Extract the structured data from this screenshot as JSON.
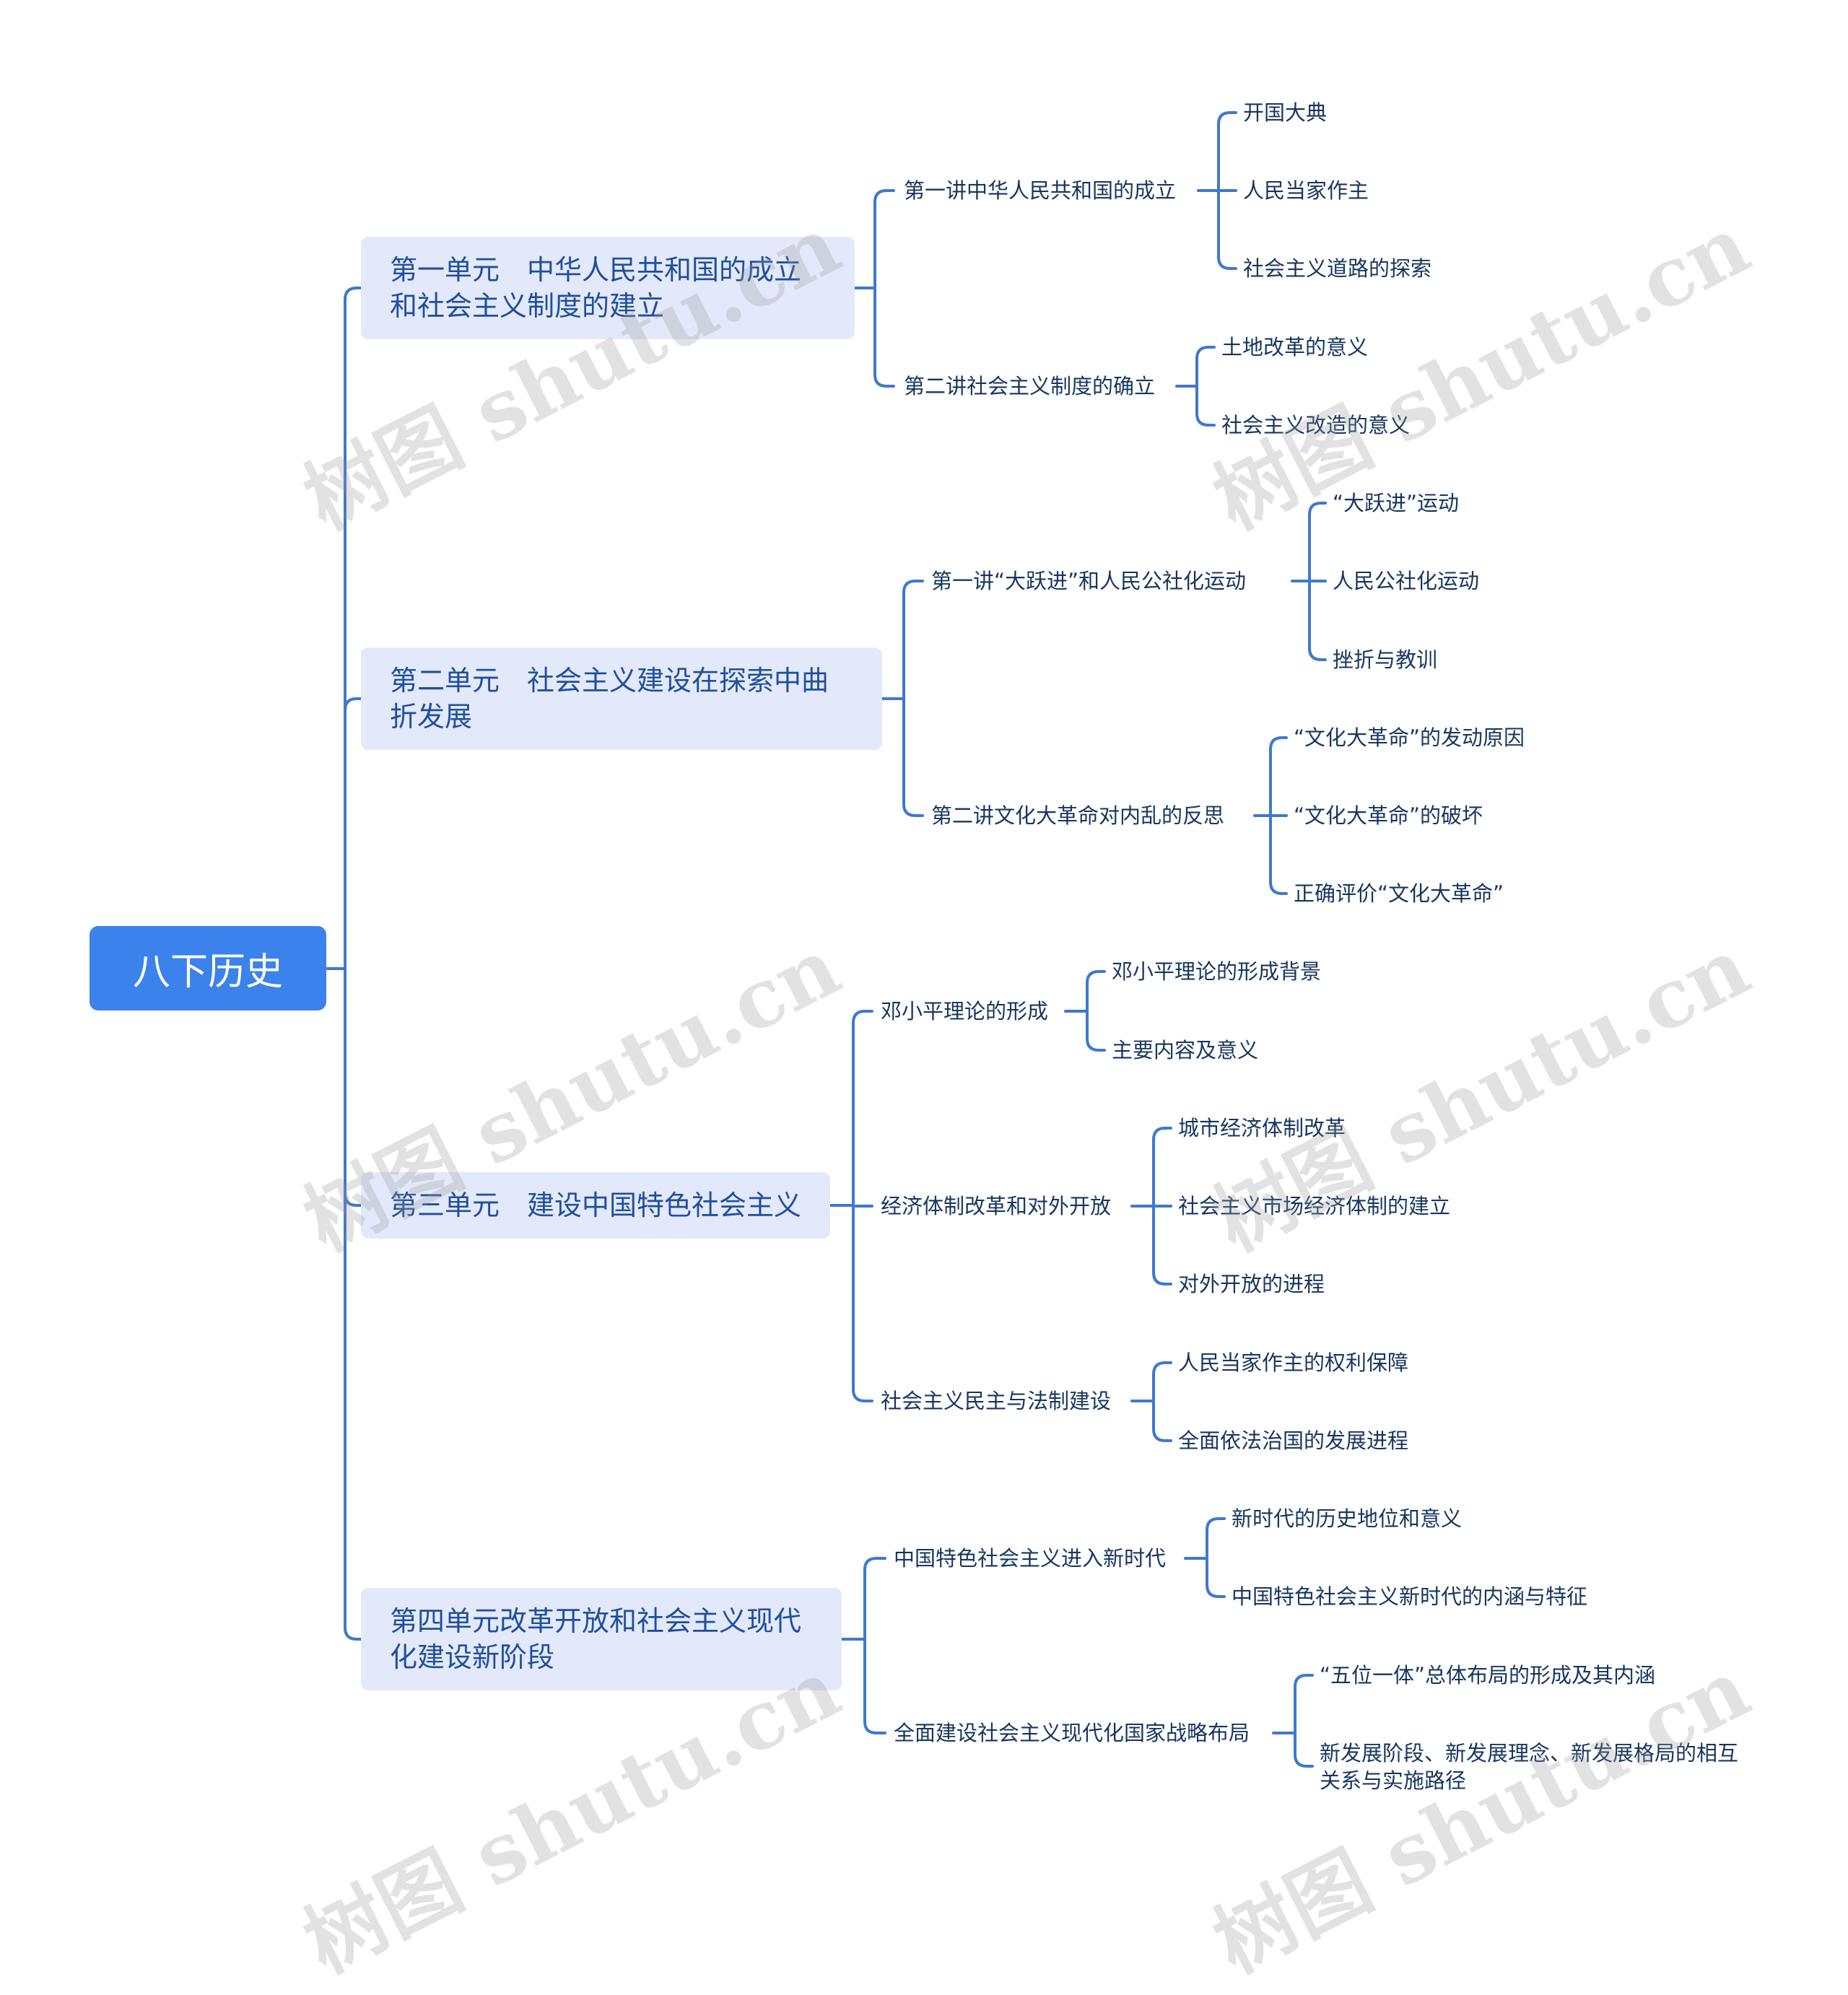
{
  "root": {
    "label": "八下历史"
  },
  "units": [
    {
      "label": "第一单元　中华人民共和国的成立和社会主义制度的建立",
      "lessons": [
        {
          "label": "第一讲中华人民共和国的成立",
          "topics": [
            "开国大典",
            "人民当家作主",
            "社会主义道路的探索"
          ]
        },
        {
          "label": "第二讲社会主义制度的确立",
          "topics": [
            "土地改革的意义",
            "社会主义改造的意义"
          ]
        }
      ]
    },
    {
      "label": "第二单元　社会主义建设在探索中曲折发展",
      "lessons": [
        {
          "label": "第一讲“大跃进”和人民公社化运动",
          "topics": [
            "“大跃进”运动",
            "人民公社化运动",
            "挫折与教训"
          ]
        },
        {
          "label": "第二讲文化大革命对内乱的反思",
          "topics": [
            "“文化大革命”的发动原因",
            "“文化大革命”的破坏",
            "正确评价“文化大革命”"
          ]
        }
      ]
    },
    {
      "label": "第三单元　建设中国特色社会主义",
      "lessons": [
        {
          "label": "邓小平理论的形成",
          "topics": [
            "邓小平理论的形成背景",
            "主要内容及意义"
          ]
        },
        {
          "label": "经济体制改革和对外开放",
          "topics": [
            "城市经济体制改革",
            "社会主义市场经济体制的建立",
            "对外开放的进程"
          ]
        },
        {
          "label": "社会主义民主与法制建设",
          "topics": [
            "人民当家作主的权利保障",
            "全面依法治国的发展进程"
          ]
        }
      ]
    },
    {
      "label": "第四单元改革开放和社会主义现代化建设新阶段",
      "lessons": [
        {
          "label": "中国特色社会主义进入新时代",
          "topics": [
            "新时代的历史地位和意义",
            "中国特色社会主义新时代的内涵与特征"
          ]
        },
        {
          "label": "全面建设社会主义现代化国家战略布局",
          "topics": [
            "“五位一体”总体布局的形成及其内涵",
            "新发展阶段、新发展理念、新发展格局的相互关系与实施路径"
          ]
        }
      ]
    }
  ],
  "watermark": "树图 shutu.cn",
  "colors": {
    "root": "#3b82ec",
    "unit_bg": "#e3e9fa",
    "unit_text": "#1f4f9e",
    "line": "#3f78d0",
    "text": "#17365f"
  }
}
